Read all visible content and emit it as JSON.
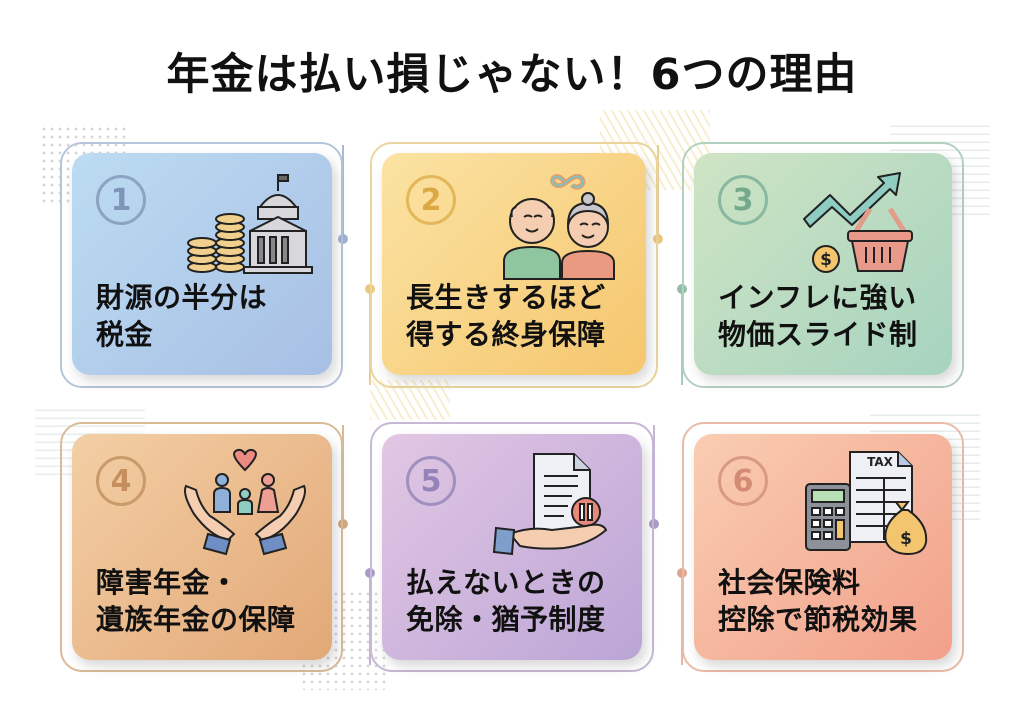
{
  "title": "年金は払い損じゃない！6つの理由",
  "cards": [
    {
      "number": "1",
      "label": "財源の半分は\n税金",
      "icon": "government-building-coins-icon",
      "bg_from": "#bcdcf2",
      "bg_to": "#a7bfe4",
      "accent": "#8da3c4"
    },
    {
      "number": "2",
      "label": "長生きするほど\n得する終身保障",
      "icon": "elderly-couple-infinity-icon",
      "bg_from": "#fbe3a3",
      "bg_to": "#f5c66e",
      "accent": "#e3b75a"
    },
    {
      "number": "3",
      "label": "インフレに強い\n物価スライド制",
      "icon": "inflation-chart-basket-icon",
      "bg_from": "#cfe4c4",
      "bg_to": "#a6d3bf",
      "accent": "#88b8a0"
    },
    {
      "number": "4",
      "label": "障害年金・\n遺族年金の保障",
      "icon": "family-hands-heart-icon",
      "bg_from": "#f3cfa5",
      "bg_to": "#e2a877",
      "accent": "#c99a6a"
    },
    {
      "number": "5",
      "label": "払えないときの\n免除・猶予制度",
      "icon": "document-pause-hand-icon",
      "bg_from": "#e2c7e3",
      "bg_to": "#bba5d6",
      "accent": "#a090bf"
    },
    {
      "number": "6",
      "label": "社会保険料\n控除で節税効果",
      "icon": "tax-calculator-moneybag-icon",
      "bg_from": "#f9cdb2",
      "bg_to": "#f2a08a",
      "accent": "#d99a84"
    }
  ],
  "icons": {
    "tax_text": "TAX",
    "dollar": "$"
  }
}
